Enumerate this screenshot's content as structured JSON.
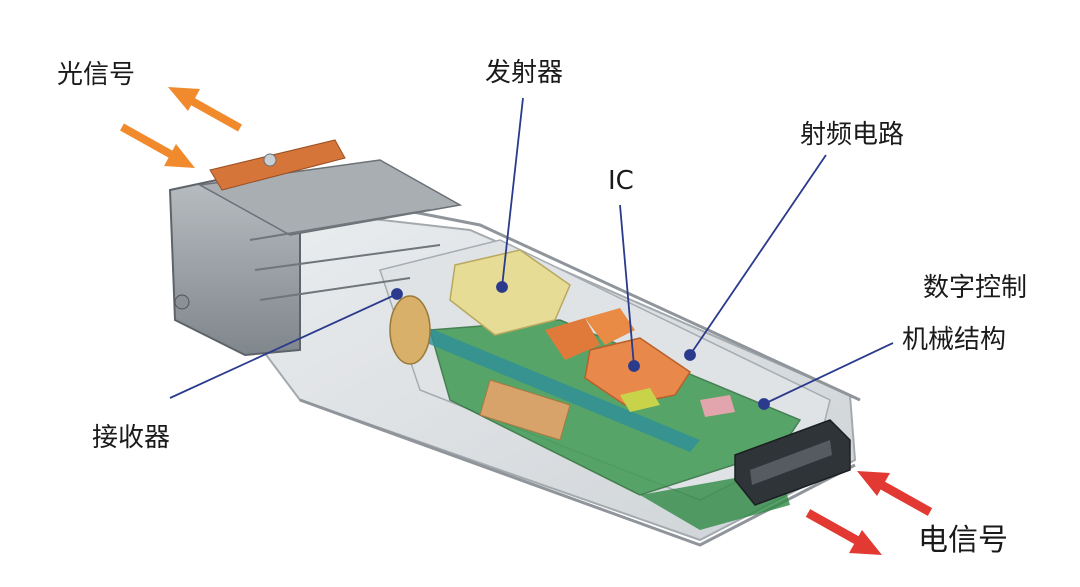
{
  "labels": {
    "optical_signal": "光信号",
    "transmitter": "发射器",
    "rf_circuit": "射频电路",
    "ic": "IC",
    "digital_control": "数字控制",
    "mechanical_structure": "机械结构",
    "receiver": "接收器",
    "electrical_signal": "电信号"
  },
  "colors": {
    "optical_arrow": "#f08a2c",
    "electrical_arrow": "#e23a32",
    "leader_line": "#2a3a8c",
    "pcb_green": "#3f9a52",
    "ic_orange": "#e8884a",
    "transmitter_yellow": "#e6dc96"
  }
}
